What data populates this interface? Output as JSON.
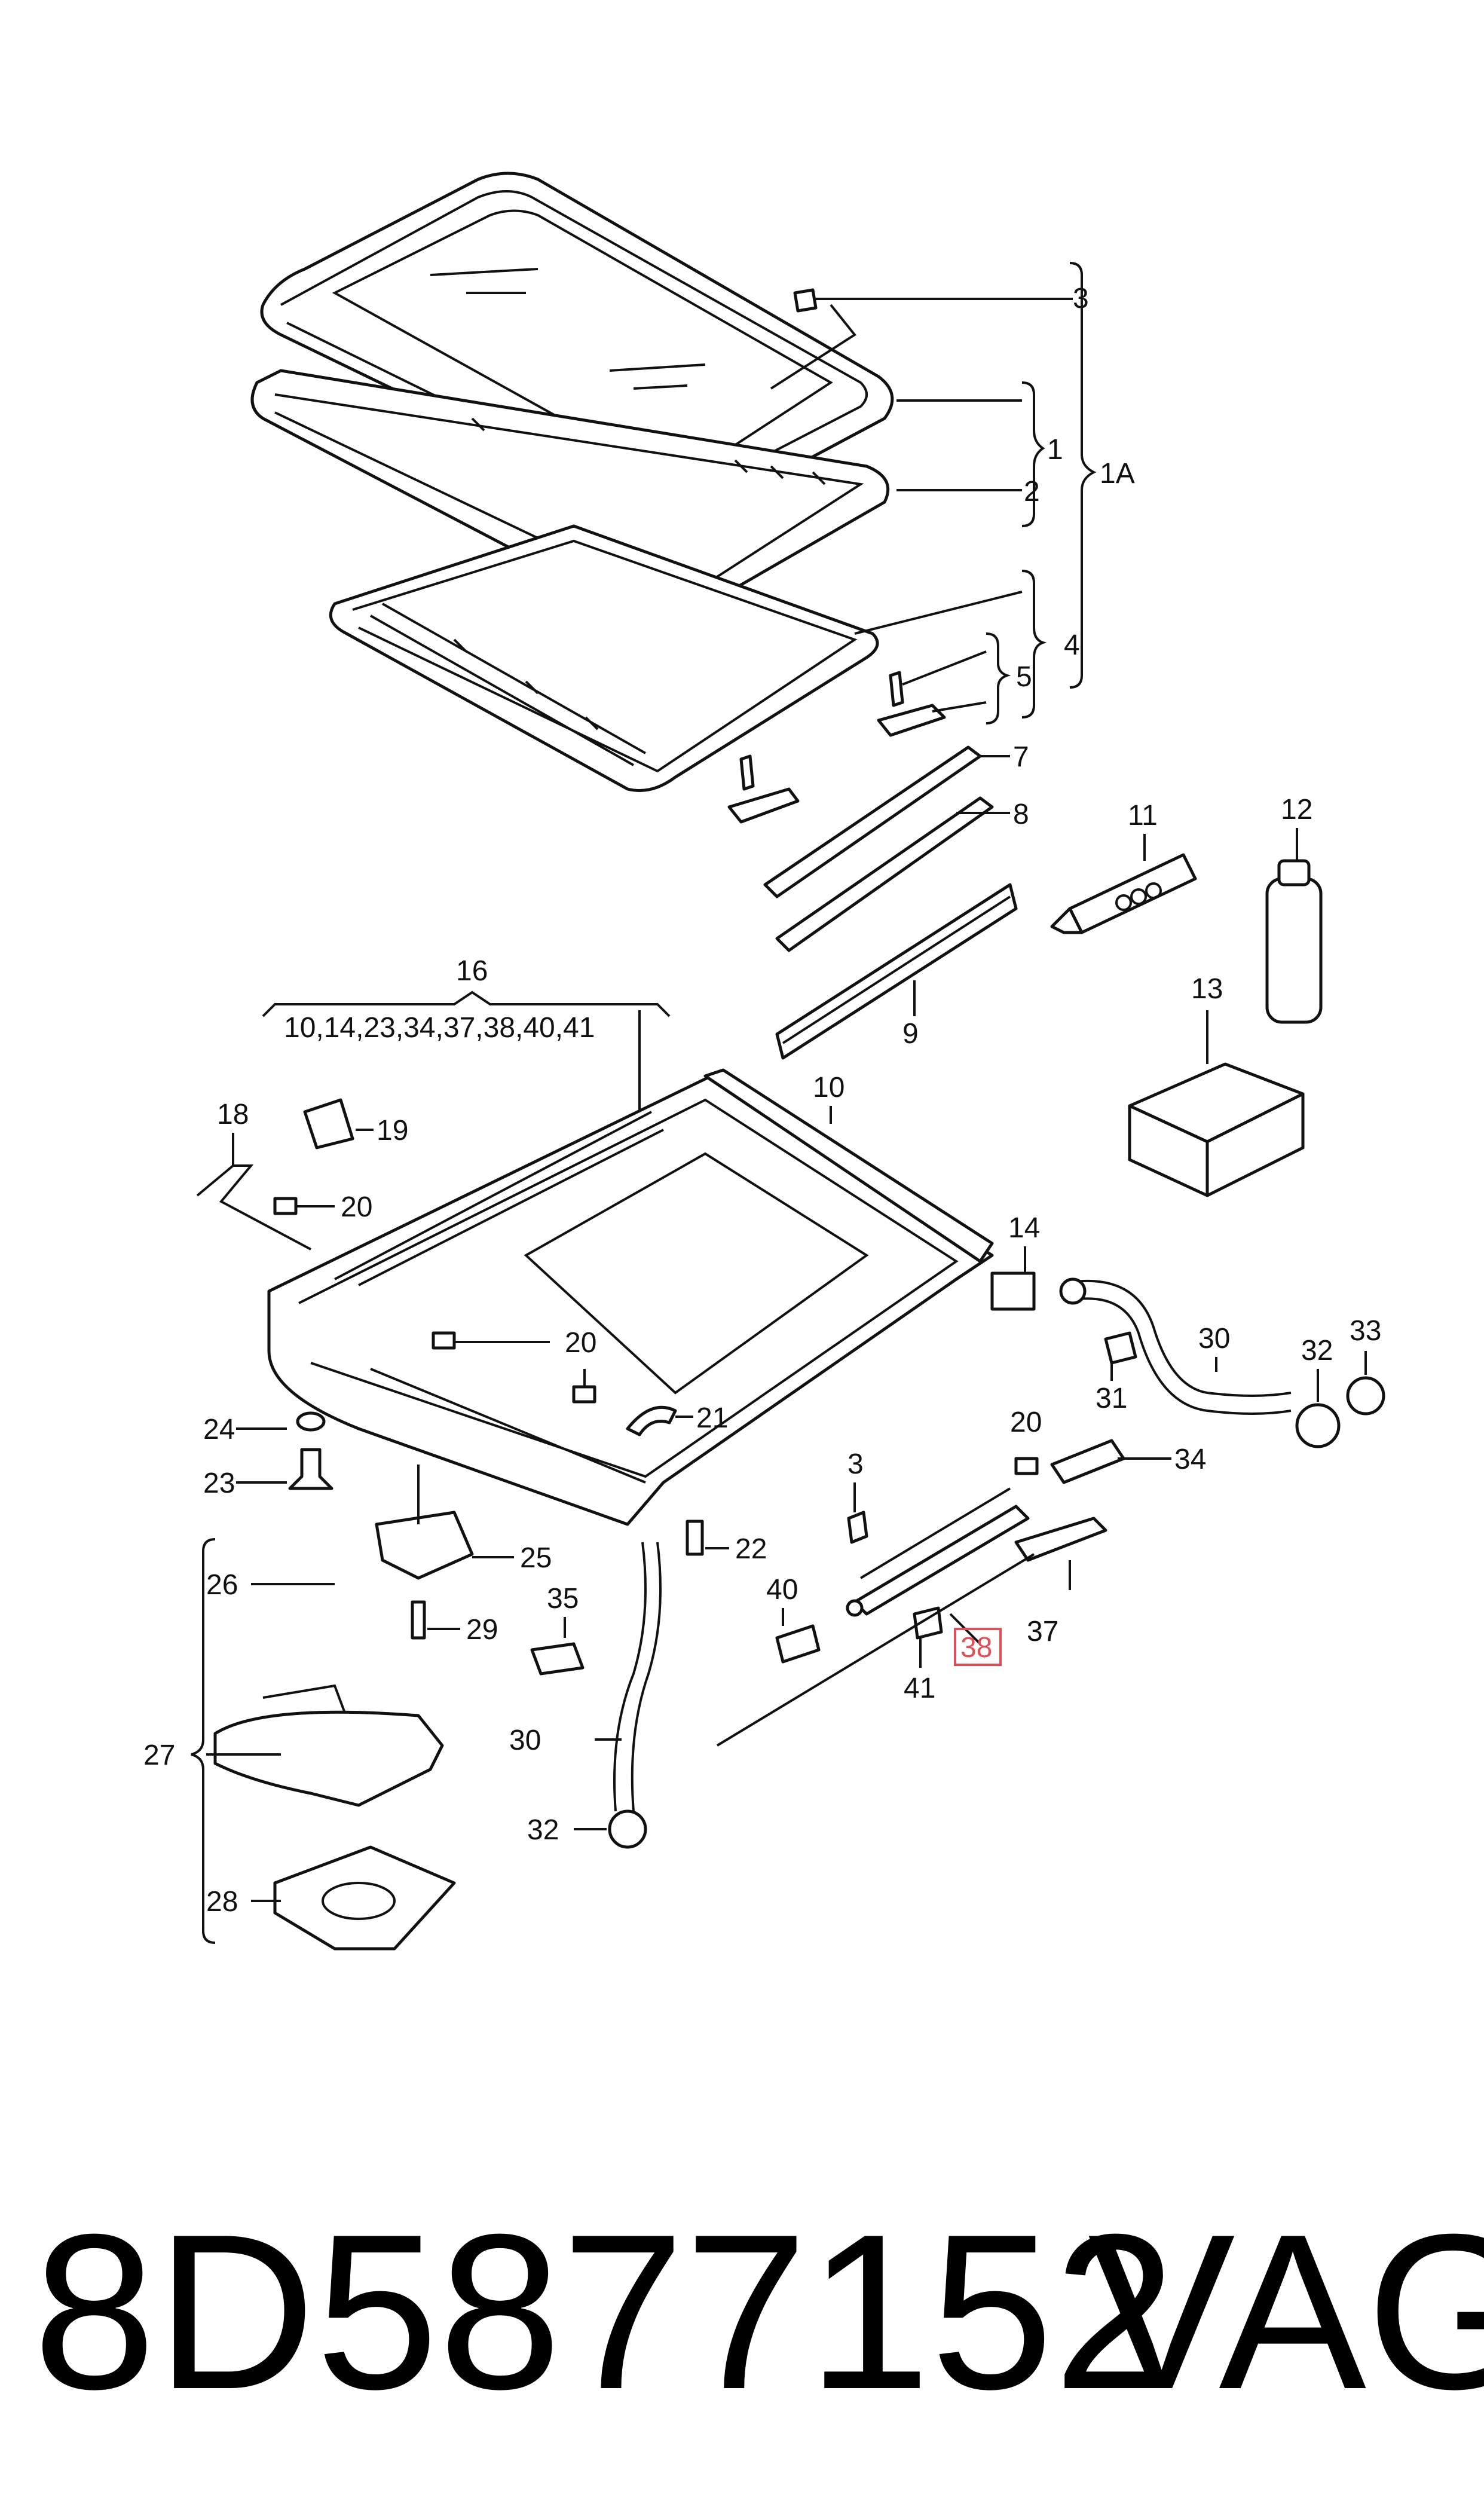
{
  "callouts": {
    "c1": "1",
    "c1A": "1A",
    "c2": "2",
    "c3_top": "3",
    "c4": "4",
    "c5": "5",
    "c7": "7",
    "c8": "8",
    "c9": "9",
    "c10": "10",
    "c11": "11",
    "c12": "12",
    "c13": "13",
    "c14": "14",
    "c16": "16",
    "c16_list": "10,14,23,34,37,38,40,41",
    "c18": "18",
    "c19": "19",
    "c20_a": "20",
    "c20_b": "20",
    "c20_c": "20",
    "c21": "21",
    "c22": "22",
    "c23": "23",
    "c24": "24",
    "c25": "25",
    "c26": "26",
    "c27": "27",
    "c28": "28",
    "c29": "29",
    "c30_a": "30",
    "c30_b": "30",
    "c31": "31",
    "c32_a": "32",
    "c32_b": "32",
    "c33": "33",
    "c34": "34",
    "c35": "35",
    "c37": "37",
    "c38": "38",
    "c3_mid": "3",
    "c40": "40",
    "c41": "41"
  },
  "highlight": {
    "label": "38",
    "color": "#e0505a"
  },
  "footer": {
    "part_number": "8D5877152",
    "brand": "VAG"
  }
}
